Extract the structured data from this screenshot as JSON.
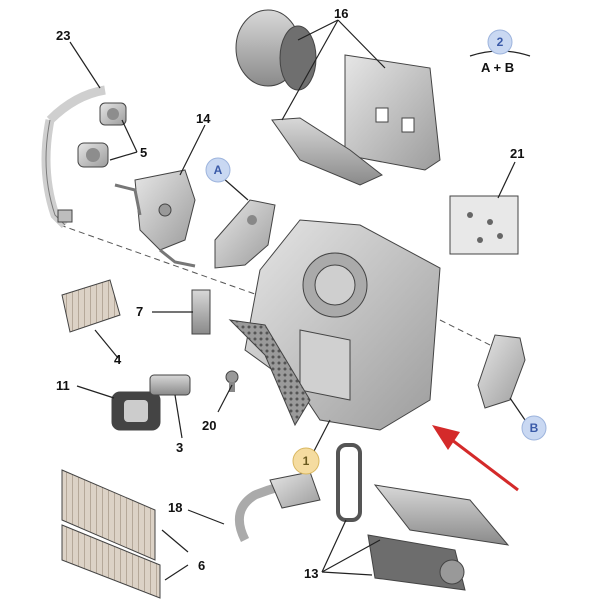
{
  "callouts": {
    "c1": "1",
    "c2": "2",
    "c3": "3",
    "c4": "4",
    "c5": "5",
    "c6": "6",
    "c7": "7",
    "c11": "11",
    "c13": "13",
    "c14": "14",
    "c16": "16",
    "c18": "18",
    "c20": "20",
    "c21": "21",
    "c23": "23"
  },
  "references": {
    "a": "A",
    "b": "B",
    "combo": "A + B"
  },
  "colors": {
    "part_gray": "#b8b8b8",
    "part_dark": "#7a7a7a",
    "badge_blue": "#c9d8f2",
    "badge_gold": "#f5dca0",
    "arrow_red": "#d42a2a"
  }
}
